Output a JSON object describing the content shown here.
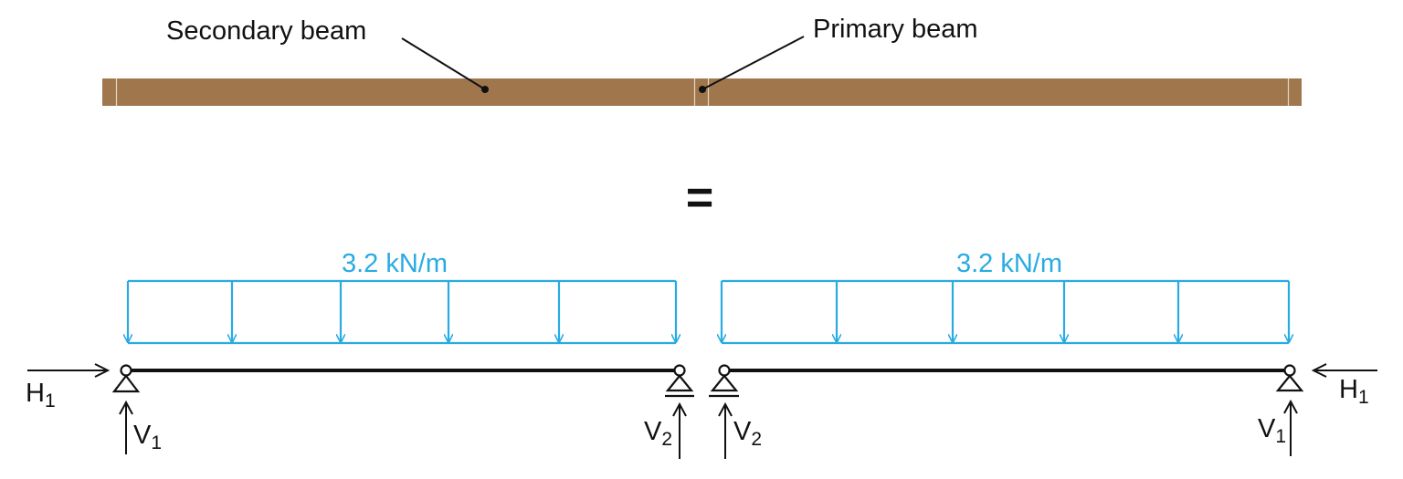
{
  "top_view": {
    "secondary_beam_label": "Secondary beam",
    "primary_beam_label": "Primary beam",
    "beam_color": "#a0774c",
    "beam_edge_color": "#e6d6c2"
  },
  "equals_sign": "=",
  "load_color": "#29abe2",
  "left_span": {
    "load_label": "3.2 kN/m",
    "left_support": {
      "horizontal_reaction": "H",
      "horizontal_sub": "1",
      "vertical_reaction": "V",
      "vertical_sub": "1"
    },
    "right_support": {
      "vertical_reaction": "V",
      "vertical_sub": "2"
    }
  },
  "right_span": {
    "load_label": "3.2 kN/m",
    "left_support": {
      "vertical_reaction": "V",
      "vertical_sub": "2"
    },
    "right_support": {
      "horizontal_reaction": "H",
      "horizontal_sub": "1",
      "vertical_reaction": "V",
      "vertical_sub": "1"
    }
  }
}
